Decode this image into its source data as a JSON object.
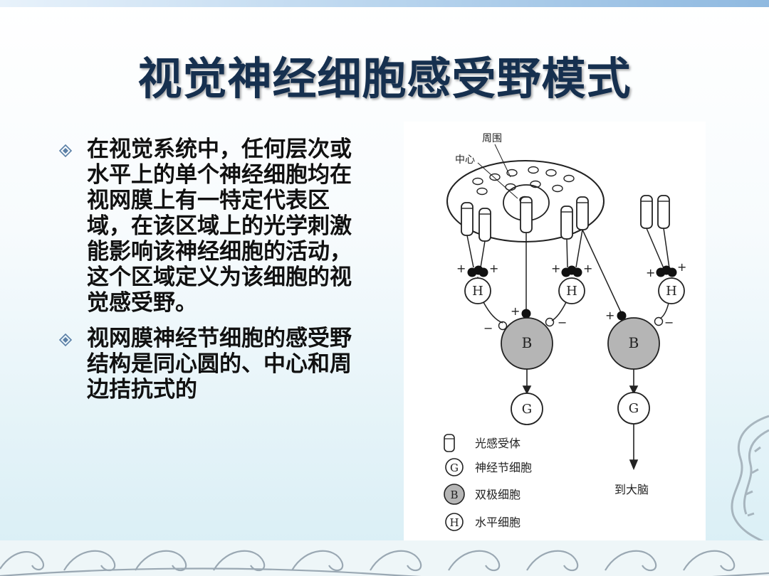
{
  "slide": {
    "title": "视觉神经细胞感受野模式",
    "bullets": [
      "在视觉系统中，任何层次或水平上的单个神经细胞均在视网膜上有一特定代表区域，在该区域上的光学刺激能影响该神经细胞的活动，这个区域定义为该细胞的视觉感受野。",
      "视网膜神经节细胞的感受野结构是同心圆的、中心和周边拮抗式的"
    ]
  },
  "figure": {
    "label_surround": "周围",
    "label_center": "中心",
    "cells": {
      "h1": "H",
      "h2": "H",
      "h3": "H",
      "b1": "B",
      "b2": "B",
      "g1": "G",
      "g2": "G"
    },
    "signs": {
      "plus": "+",
      "minus": "−"
    },
    "to_brain": "到大脑",
    "legend": [
      {
        "symbol": "",
        "label": "光感受体"
      },
      {
        "symbol": "G",
        "label": "神经节细胞"
      },
      {
        "symbol": "B",
        "label": "双极细胞"
      },
      {
        "symbol": "H",
        "label": "水平细胞"
      }
    ]
  },
  "colors": {
    "title": "#16304f",
    "bipolar_fill": "#b5b5b5",
    "bullet_icon": "#5a7fa6"
  }
}
